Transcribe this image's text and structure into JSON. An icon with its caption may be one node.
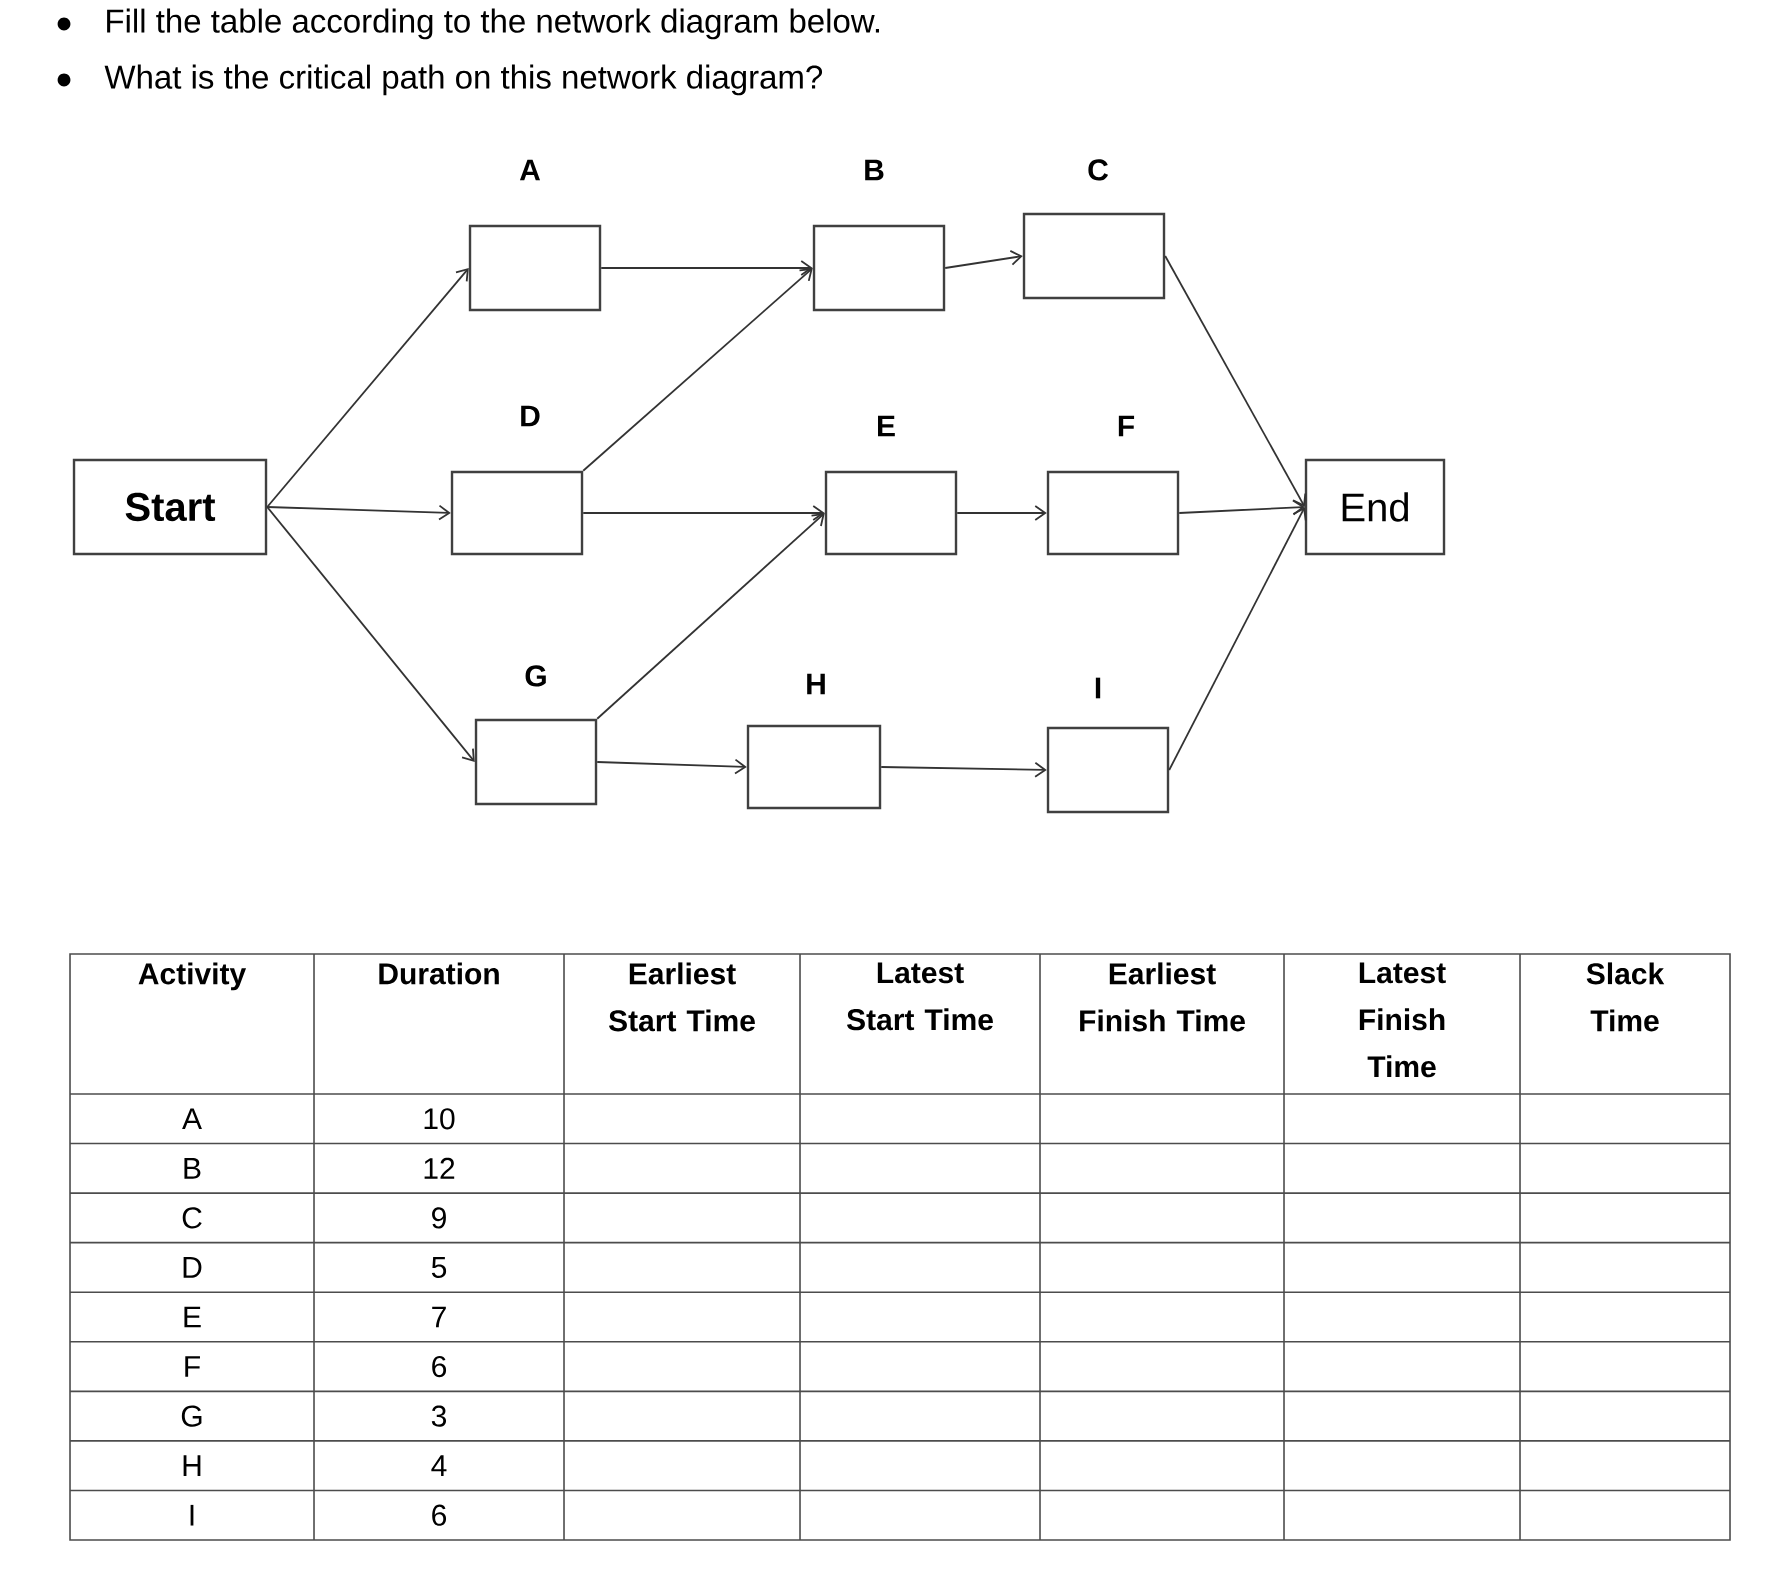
{
  "diagram": {
    "nodes": [
      {
        "text": [
          "A"
        ]
      },
      {
        "text": [
          "B"
        ]
      },
      {
        "text": [
          "C"
        ]
      },
      {
        "text": [
          "Start"
        ]
      },
      {
        "text": [
          "D"
        ]
      },
      {
        "text": [
          "E"
        ]
      },
      {
        "text": [
          "F"
        ]
      },
      {
        "text": [
          "End"
        ]
      },
      {
        "text": [
          "G"
        ]
      },
      {
        "text": [
          "H"
        ]
      },
      {
        "text": [
          "I"
        ]
      }
    ],
    "edges": [
      {
        "from": 3,
        "to": 0,
        "arrow": "to"
      },
      {
        "from": 3,
        "to": 4,
        "arrow": "to"
      },
      {
        "from": 3,
        "to": 8,
        "arrow": "to"
      },
      {
        "from": 0,
        "to": 1,
        "arrow": "to"
      },
      {
        "from": 4,
        "to": 1,
        "arrow": "to"
      },
      {
        "from": 4,
        "to": 5,
        "arrow": "to"
      },
      {
        "from": 8,
        "to": 5,
        "arrow": "to"
      },
      {
        "from": 8,
        "to": 9,
        "arrow": "to"
      },
      {
        "from": 1,
        "to": 2,
        "arrow": "to"
      },
      {
        "from": 5,
        "to": 6,
        "arrow": "to"
      },
      {
        "from": 9,
        "to": 10,
        "arrow": "to"
      },
      {
        "from": 2,
        "to": 7,
        "arrow": "to"
      },
      {
        "from": 6,
        "to": 7,
        "arrow": "to"
      },
      {
        "from": 10,
        "to": 7,
        "arrow": "to"
      }
    ],
    "labels": [
      "Fill the table according to the network diagram below.",
      "What is the critical path on this network diagram?",
      "Activity",
      "Duration",
      "Earliest Start Time",
      "Latest Start Time",
      "Earliest Finish Time",
      "Latest Finish Time",
      "Slack Time",
      "A",
      "10",
      "B",
      "12",
      "C",
      "9",
      "D",
      "5",
      "E",
      "7",
      "F",
      "6",
      "G",
      "3",
      "H",
      "4",
      "I",
      "6"
    ]
  }
}
